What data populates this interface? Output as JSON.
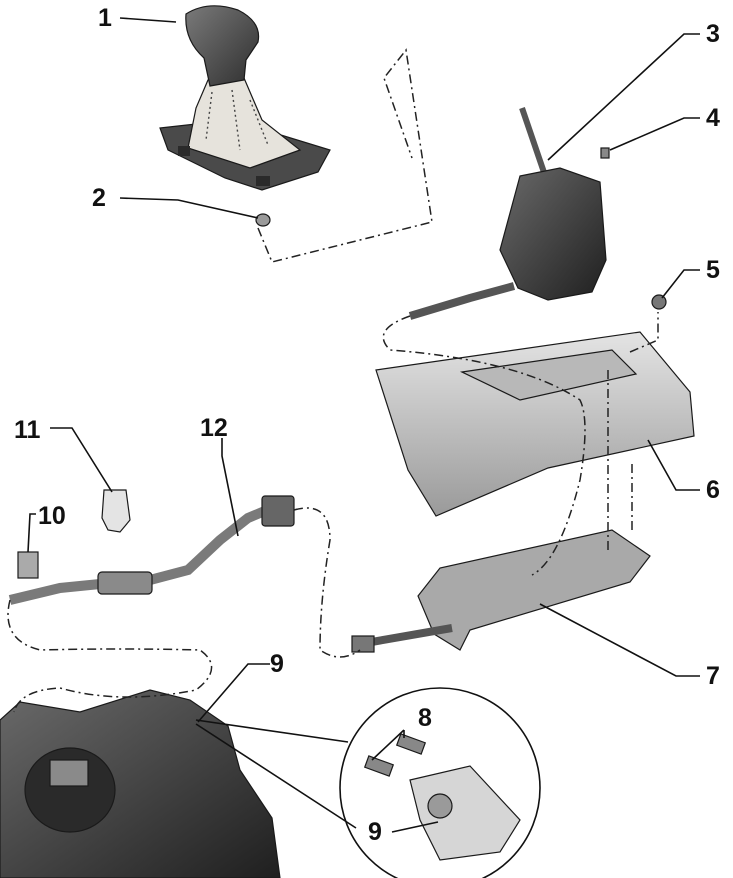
{
  "callouts": {
    "c1": "1",
    "c2": "2",
    "c3": "3",
    "c4": "4",
    "c5": "5",
    "c6": "6",
    "c7": "7",
    "c8": "8",
    "c9": "9",
    "c9b": "9",
    "c10": "10",
    "c11": "11",
    "c12": "12"
  },
  "colors": {
    "part_dark": "#3d3d3d",
    "part_mid": "#8a8a8a",
    "part_light": "#cfcfcf",
    "boot": "#e6e3dc",
    "line": "#111111"
  }
}
